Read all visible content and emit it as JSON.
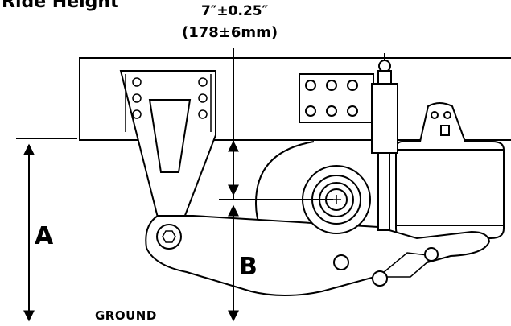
{
  "title": "Ride Height",
  "dimension": {
    "imperial": "7″±0.25″",
    "metric": "(178±6mm)"
  },
  "labels": {
    "a": "A",
    "b": "B",
    "ground": "GROUND"
  },
  "colors": {
    "line": "#000000",
    "background": "#ffffff"
  }
}
